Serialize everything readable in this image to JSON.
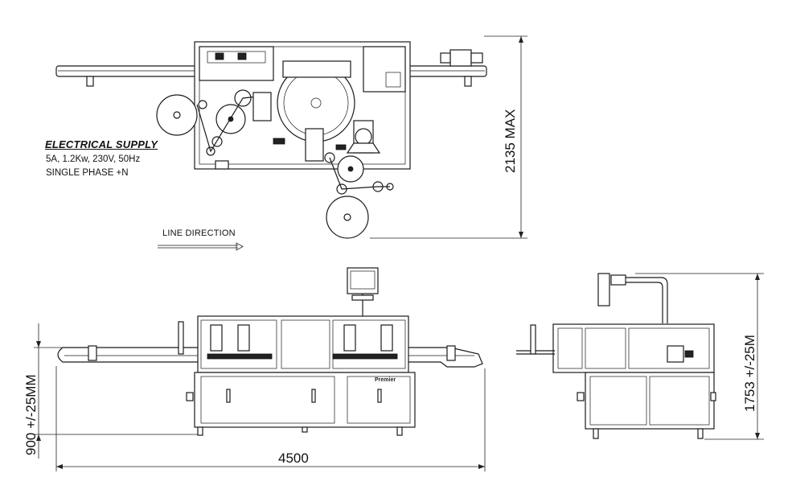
{
  "electrical": {
    "title": "ELECTRICAL SUPPLY",
    "line1": "5A, 1.2Kw, 230V, 50Hz",
    "line2": "SINGLE PHASE +N"
  },
  "line_direction": "LINE DIRECTION",
  "dimensions": {
    "height_max": "2135 MAX",
    "conveyor_height": "900 +/-25MM",
    "overall_length": "4500",
    "machine_height": "1753 +/-25M"
  },
  "brand": "Premier",
  "colors": {
    "line": "#1a1a1a",
    "background": "#ffffff"
  }
}
